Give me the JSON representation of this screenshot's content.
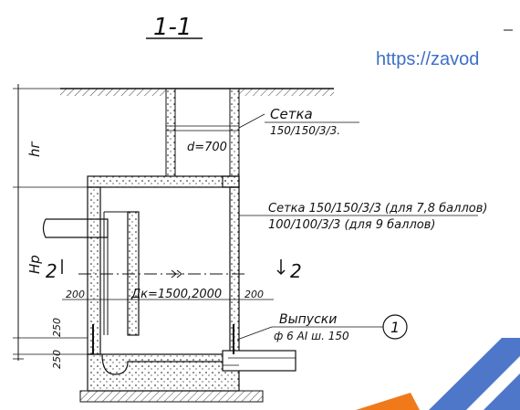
{
  "title": "1-1",
  "url_text": "https://zavod",
  "labels": {
    "mesh_top_1": "Сетка",
    "mesh_top_2": "150/150/3/3.",
    "diameter": "d=700",
    "mesh_main_1": "Сетка 150/150/3/3 (для 7,8 баллов)",
    "mesh_main_2": "100/100/3/3 (для  9 баллов)",
    "section_left": "2",
    "section_right": "2",
    "dim_left": "200",
    "dim_inner": "Дк=1500,2000",
    "dim_right": "200",
    "outlets_1": "Выпуски",
    "outlets_2": "ф 6 AI ш. 150",
    "callout": "1",
    "hg": "hг",
    "hp": "Hр",
    "d250a": "250",
    "d250b": "250"
  },
  "colors": {
    "ink": "#111111",
    "url": "#3d6fc7",
    "watermark_blue": "#2f5fbf",
    "watermark_orange": "#f07a1a"
  }
}
